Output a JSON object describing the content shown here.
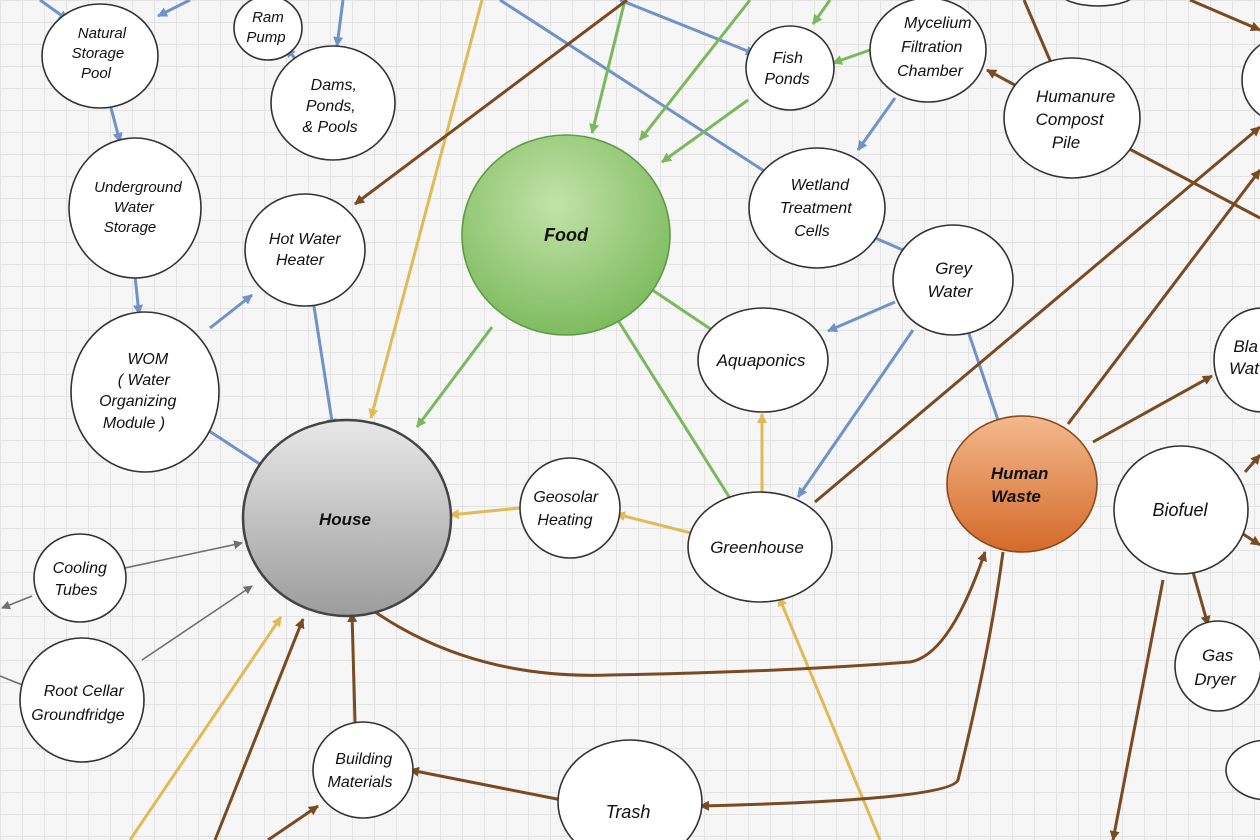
{
  "colors": {
    "water": "#6f93c8",
    "food": "#7ab85e",
    "sun": "#e0ba56",
    "waste": "#7a4a22",
    "gray": "#707070"
  },
  "nodes": {
    "natural_storage_pool": [
      "Natural",
      "Storage",
      "Pool"
    ],
    "ram_pump": [
      "Ram",
      "Pump"
    ],
    "dams_ponds_pools": [
      "Dams,",
      "Ponds,",
      "& Pools"
    ],
    "underground_water_storage": [
      "Underground",
      "Water",
      "Storage"
    ],
    "hot_water_heater": [
      "Hot Water",
      "Heater"
    ],
    "wom": [
      "WOM",
      "( Water",
      "Organizing",
      "Module )"
    ],
    "food": [
      "Food"
    ],
    "fish_ponds": [
      "Fish",
      "Ponds"
    ],
    "mycelium_filtration_chamber": [
      "Mycelium",
      "Filtration",
      "Chamber"
    ],
    "humanure_compost_pile": [
      "Humanure",
      "Compost",
      "Pile"
    ],
    "wetland_treatment_cells": [
      "Wetland",
      "Treatment",
      "Cells"
    ],
    "grey_water": [
      "Grey",
      "Water"
    ],
    "aquaponics": [
      "Aquaponics"
    ],
    "black_water": [
      "Bla",
      "Wat"
    ],
    "house": [
      "House"
    ],
    "geosolar_heating": [
      "Geosolar",
      "Heating"
    ],
    "greenhouse": [
      "Greenhouse"
    ],
    "human_waste": [
      "Human",
      "Waste"
    ],
    "biofuel": [
      "Biofuel"
    ],
    "gas_dryer": [
      "Gas",
      "Dryer"
    ],
    "cooling_tubes": [
      "Cooling",
      "Tubes"
    ],
    "root_cellar_groundfridge": [
      "Root Cellar",
      "Groundfridge"
    ],
    "building_materials": [
      "Building",
      "Materials"
    ],
    "trash": [
      "Trash"
    ]
  }
}
